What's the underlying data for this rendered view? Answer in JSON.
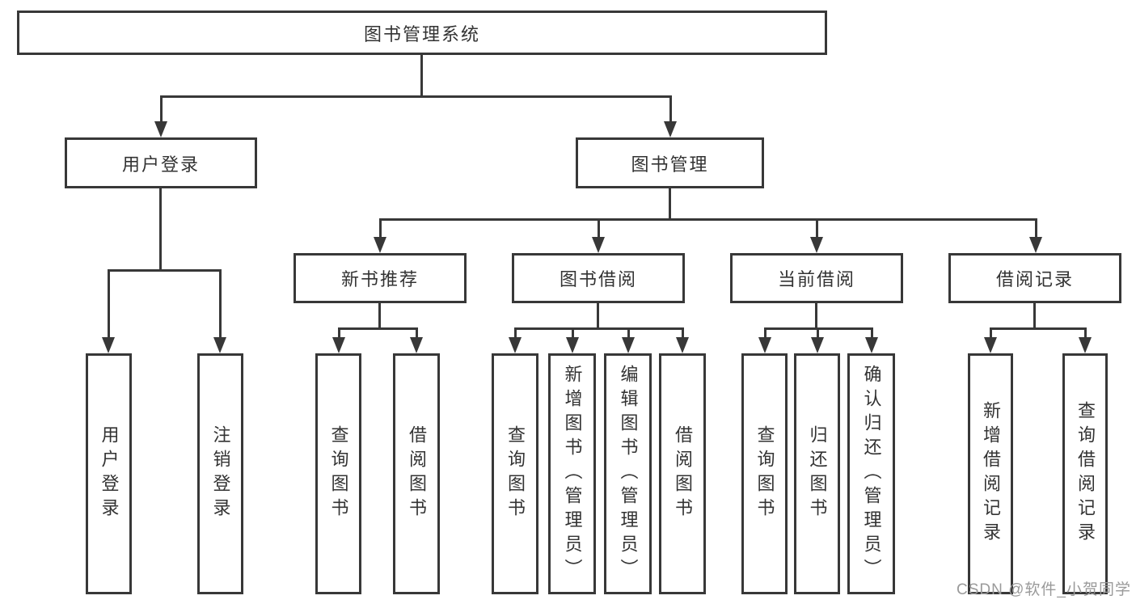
{
  "title": {
    "label": "图书管理系统"
  },
  "level2": [
    {
      "label": "用户登录"
    },
    {
      "label": "图书管理"
    }
  ],
  "level3": [
    {
      "label": "新书推荐"
    },
    {
      "label": "图书借阅"
    },
    {
      "label": "当前借阅"
    },
    {
      "label": "借阅记录"
    }
  ],
  "leaves": [
    {
      "label": "用户登录"
    },
    {
      "label": "注销登录"
    },
    {
      "label": "查询图书"
    },
    {
      "label": "借阅图书"
    },
    {
      "label": "查询图书"
    },
    {
      "label": "新增图书（管理员）"
    },
    {
      "label": "编辑图书（管理员）"
    },
    {
      "label": "借阅图书"
    },
    {
      "label": "查询图书"
    },
    {
      "label": "归还图书"
    },
    {
      "label": "确认归还（管理员）"
    },
    {
      "label": "新增借阅记录"
    },
    {
      "label": "查询借阅记录"
    }
  ],
  "watermark": {
    "label": "CSDN @软件_小贺同学"
  },
  "colors": {
    "line": "#383838",
    "text": "#333333",
    "watermark": "#9a9a9a",
    "background": "#ffffff"
  }
}
